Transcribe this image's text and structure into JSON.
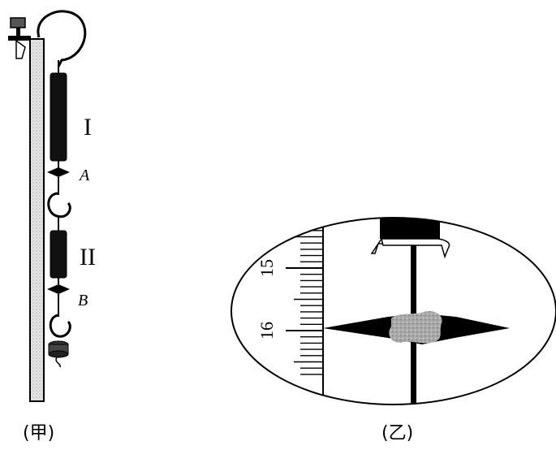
{
  "figure_a": {
    "spring_labels": [
      "I",
      "II"
    ],
    "pointer_labels": [
      "A",
      "B"
    ],
    "caption": "(甲)"
  },
  "figure_b": {
    "scale_numbers": [
      "15",
      "16"
    ],
    "caption": "(乙)"
  },
  "colors": {
    "ink": "#000000",
    "ruler_fill": "#d8d8d8",
    "spring_fill": "#111111",
    "mercury_gray": "#9a9a9a"
  }
}
